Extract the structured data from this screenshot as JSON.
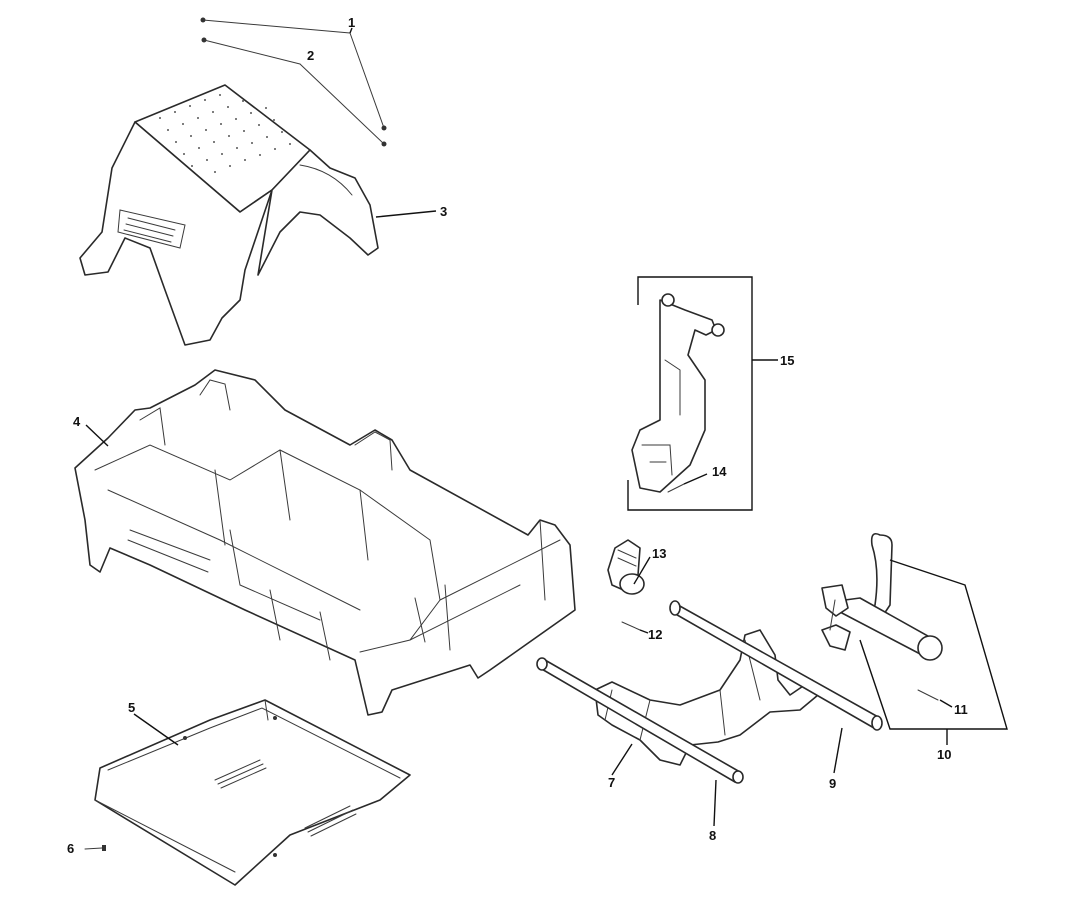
{
  "callouts": {
    "c1": "1",
    "c2": "2",
    "c3": "3",
    "c4": "4",
    "c5": "5",
    "c6": "6",
    "c7": "7",
    "c8": "8",
    "c9": "9",
    "c10": "10",
    "c11": "11",
    "c12": "12",
    "c13": "13",
    "c14": "14",
    "c15": "15"
  },
  "colors": {
    "line": "#2a2a2a",
    "background": "#ffffff"
  }
}
